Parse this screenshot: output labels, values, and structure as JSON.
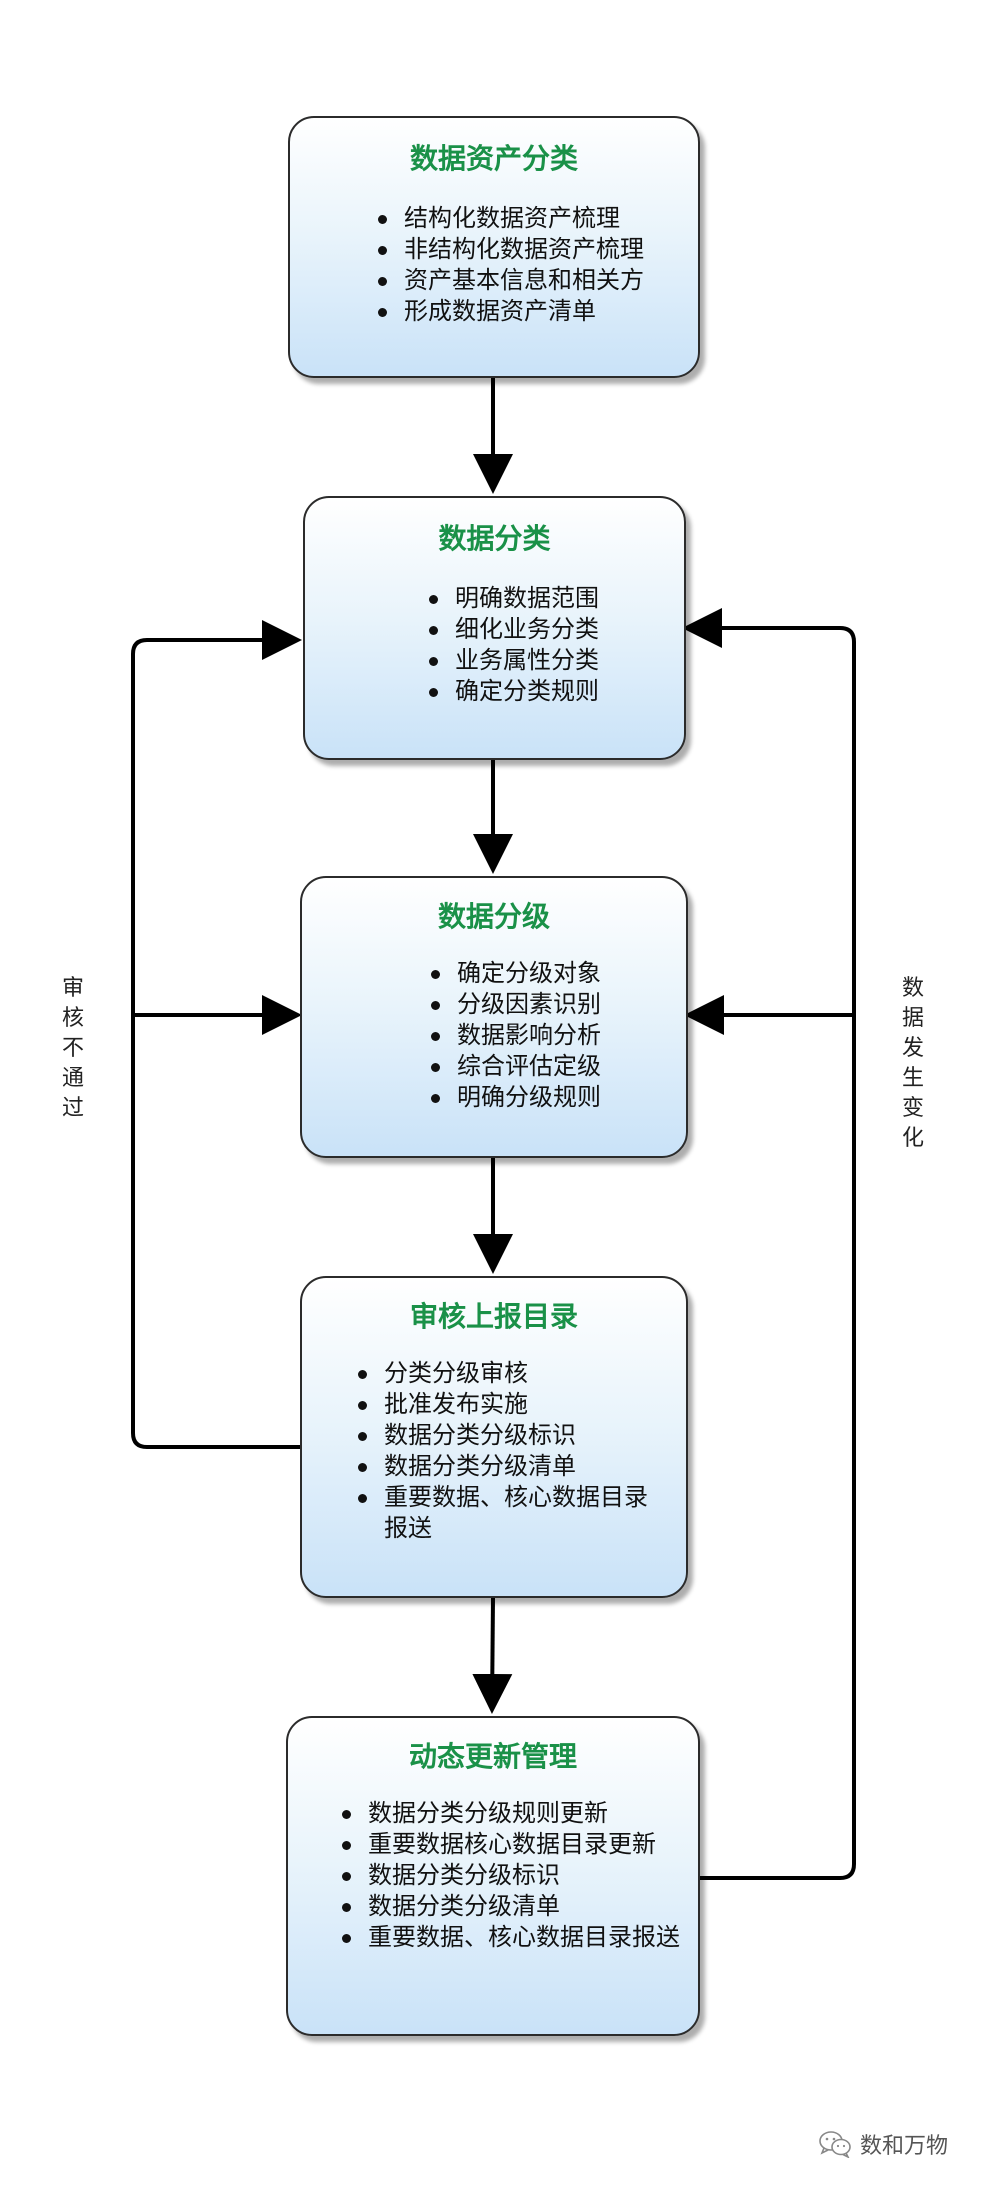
{
  "boxes": [
    {
      "title": "数据资产分类",
      "items": [
        "结构化数据资产梳理",
        "非结构化数据资产梳理",
        "资产基本信息和相关方",
        "形成数据资产清单"
      ]
    },
    {
      "title": "数据分类",
      "items": [
        "明确数据范围",
        "细化业务分类",
        "业务属性分类",
        "确定分类规则"
      ]
    },
    {
      "title": "数据分级",
      "items": [
        "确定分级对象",
        "分级因素识别",
        "数据影响分析",
        "综合评估定级",
        "明确分级规则"
      ]
    },
    {
      "title": "审核上报目录",
      "items": [
        "分类分级审核",
        "批准发布实施",
        "数据分类分级标识",
        "数据分类分级清单",
        "重要数据、核心数据目录报送"
      ]
    },
    {
      "title": "动态更新管理",
      "items": [
        "数据分类分级规则更新",
        "重要数据核心数据目录更新",
        "数据分类分级标识",
        "数据分类分级清单",
        "重要数据、核心数据目录报送"
      ]
    }
  ],
  "left_loop_label": "审核不通过",
  "right_loop_label": "数据发生变化",
  "watermark": {
    "text": "数和万物",
    "icon": "wechat-icon"
  }
}
